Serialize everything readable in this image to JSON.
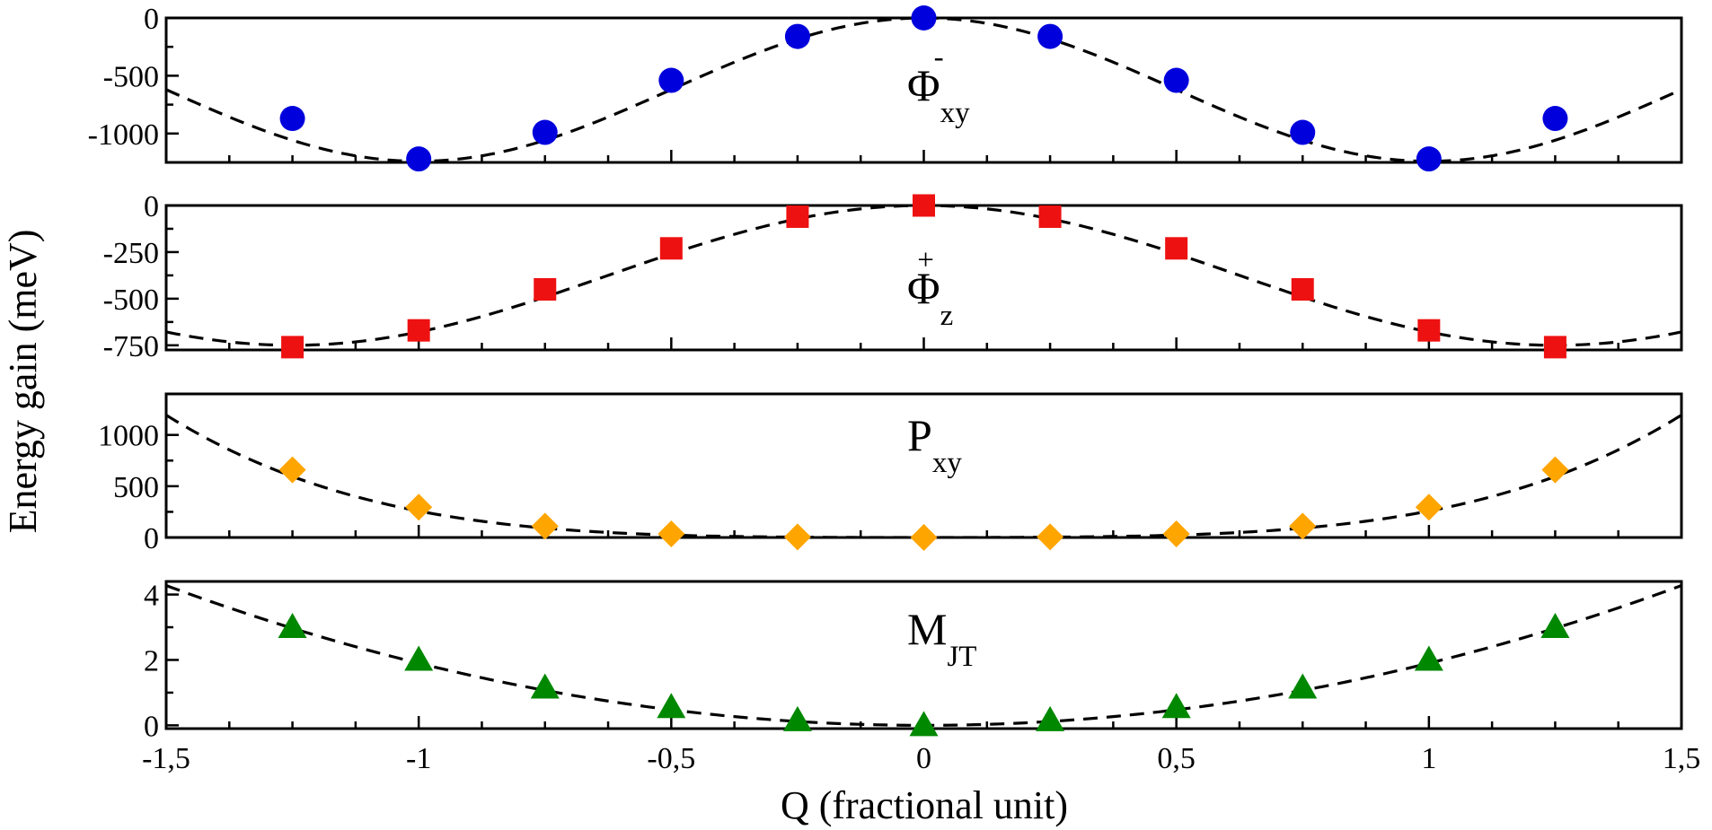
{
  "chart_data": {
    "type": "scatter",
    "xlabel": "Q (fractional unit)",
    "ylabel": "Energy gain (meV)",
    "xlim": [
      -1.5,
      1.5
    ],
    "x_ticks": [
      "-1,5",
      "-1",
      "-0,5",
      "0",
      "0,5",
      "1",
      "1,5"
    ],
    "x": [
      -1.25,
      -1.0,
      -0.75,
      -0.5,
      -0.25,
      0.0,
      0.25,
      0.5,
      0.75,
      1.0,
      1.25
    ],
    "panels": [
      {
        "label_main": "Φ",
        "label_sub": "xy",
        "label_sup": "-",
        "color": "#0000dd",
        "marker": "circle",
        "ylim": [
          -1250,
          0
        ],
        "yticks": [
          0,
          -500,
          -1000
        ],
        "ytick_labels": [
          "0",
          "-500",
          "-1000"
        ],
        "values": [
          -870,
          -1220,
          -990,
          -540,
          -160,
          0,
          -160,
          -540,
          -990,
          -1220,
          -870
        ],
        "fit": {
          "type": "cos",
          "a": -620,
          "b": 620,
          "k": 3.1416
        }
      },
      {
        "label_main": "Φ",
        "label_sub": "z",
        "label_sup": "+",
        "color": "#ee1111",
        "marker": "square",
        "ylim": [
          -775,
          0
        ],
        "yticks": [
          0,
          -250,
          -500,
          -750
        ],
        "ytick_labels": [
          "0",
          "-250",
          "-500",
          "-750"
        ],
        "values": [
          -760,
          -670,
          -450,
          -230,
          -60,
          0,
          -60,
          -230,
          -450,
          -670,
          -760
        ],
        "fit": {
          "type": "cos",
          "a": -375,
          "b": 375,
          "k": 2.5133
        }
      },
      {
        "label_main": "P",
        "label_sub": "xy",
        "label_sup": "",
        "color": "#ffa500",
        "marker": "diamond",
        "ylim": [
          0,
          1400
        ],
        "yticks": [
          0,
          500,
          1000
        ],
        "ytick_labels": [
          "0",
          "500",
          "1000"
        ],
        "values": [
          660,
          295,
          110,
          35,
          5,
          0,
          5,
          35,
          110,
          295,
          660
        ],
        "fit": {
          "type": "poly",
          "c2": 40,
          "c4": 218
        }
      },
      {
        "label_main": "M",
        "label_sub": "JT",
        "label_sup": "",
        "color": "#008800",
        "marker": "triangle",
        "ylim": [
          -0.1,
          4.4
        ],
        "yticks": [
          0,
          2,
          4
        ],
        "ytick_labels": [
          "0",
          "2",
          "4"
        ],
        "values": [
          3.0,
          2.0,
          1.15,
          0.55,
          0.15,
          0.0,
          0.15,
          0.55,
          1.15,
          2.0,
          3.0
        ],
        "fit": {
          "type": "poly",
          "c2": 1.9,
          "c4": 0.0
        }
      }
    ]
  }
}
